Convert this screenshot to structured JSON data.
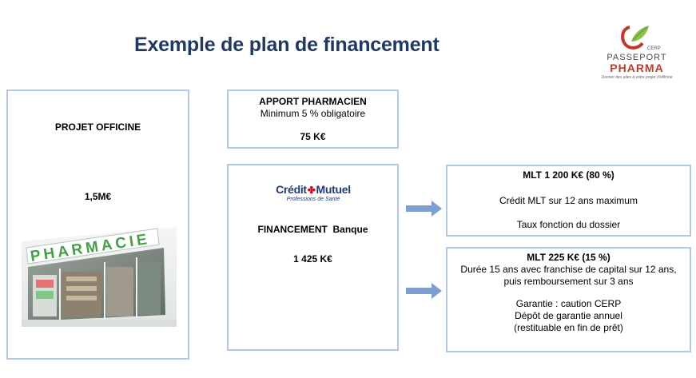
{
  "title": "Exemple de plan de financement",
  "logo": {
    "cerp": "CERP",
    "passeport": "PASSEPORT",
    "pharma": "PHARMA",
    "tagline": "Donner des ailes à votre projet d'officine"
  },
  "projet": {
    "header": "PROJET OFFICINE",
    "value": "1,5M€",
    "image_sign": "PHARMACIE"
  },
  "apport": {
    "header": "APPORT PHARMACIEN",
    "subtitle": "Minimum 5 % obligatoire",
    "value": "75 K€"
  },
  "financement": {
    "bank_name_left": "Crédit",
    "bank_name_right": "Mutuel",
    "bank_subtitle": "Professions de Santé",
    "header": "FINANCEMENT  Banque",
    "value": "1 425 K€"
  },
  "mlt1": {
    "header": "MLT 1 200 K€ (80 %)",
    "line1": "Crédit MLT sur 12 ans maximum",
    "line2": "Taux fonction du dossier"
  },
  "mlt2": {
    "header": "MLT 225 K€ (15 %)",
    "line1": "Durée 15 ans avec franchise de capital sur 12 ans,",
    "line2": "puis remboursement sur 3 ans",
    "line3": "Garantie : caution CERP",
    "line4": "Dépôt de garantie annuel",
    "line5": "(restituable en fin de prêt)"
  },
  "colors": {
    "title": "#1f3864",
    "border": "#b4c7e7",
    "arrow": "#7f9fd3",
    "brand_red": "#c0392b",
    "brand_green": "#7cb342"
  }
}
